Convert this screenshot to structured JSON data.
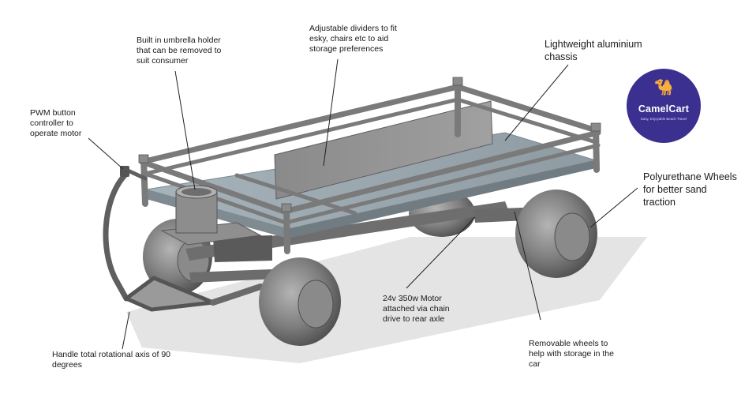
{
  "callouts": {
    "umbrella": "Built in umbrella holder\nthat can be removed to\nsuit consumer",
    "dividers": "Adjustable dividers to fit\nesky, chairs etc to aid\nstorage preferences",
    "chassis": "Lightweight aluminium\nchassis",
    "pwm": "PWM button\ncontroller to\noperate motor",
    "wheels": "Polyurethane Wheels\nfor better sand\ntraction",
    "motor": "24v 350w Motor\nattached via chain\ndrive to rear axle",
    "handle": "Handle total rotational axis of 90\ndegrees",
    "removable": "Removable wheels to\nhelp with storage in the\ncar"
  },
  "logo": {
    "brand": "CamelCart",
    "tagline": "Easy, Enjoyable Beach Travel",
    "icon": "camel-icon",
    "background_color": "#3b2f8f"
  },
  "colors": {
    "frame": "#8e8e8e",
    "frame_dark": "#5c5c5c",
    "floor": "#9eaab2",
    "wheel": "#7b7b7b",
    "shadow": "#e3e3e3",
    "leader_line": "#222222"
  }
}
